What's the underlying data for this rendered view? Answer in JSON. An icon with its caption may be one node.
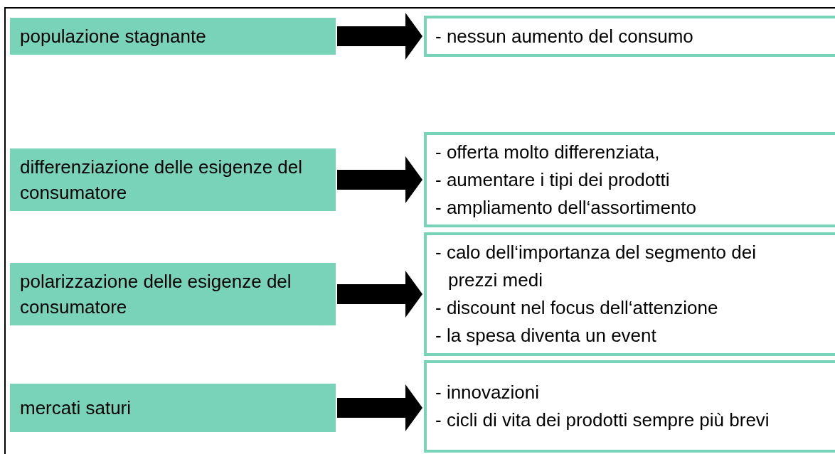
{
  "diagram": {
    "nodes": [
      {
        "text": [
          "populazione stagnante"
        ]
      },
      {
        "text": [
          "differenziazione delle esigenze del consumatore"
        ]
      },
      {
        "text": [
          "polarizzazione delle esigenze del consumatore"
        ]
      },
      {
        "text": [
          "mercati saturi"
        ]
      },
      {
        "text": [
          "- nessun aumento del consumo"
        ]
      },
      {
        "text": [
          "- offerta molto differenziata,",
          "- aumentare i tipi dei prodotti",
          "- ampliamento dell‘assortimento"
        ]
      },
      {
        "text": [
          "- calo dell‘importanza del segmento dei prezzi medi",
          "- discount nel focus dell‘attenzione",
          "- la spesa diventa un event"
        ]
      },
      {
        "text": [
          "- innovazioni",
          "- cicli di vita dei prodotti sempre più brevi"
        ]
      }
    ],
    "edges": [
      {
        "from": 0,
        "to": 4,
        "arrow": "to"
      },
      {
        "from": 1,
        "to": 5,
        "arrow": "to"
      },
      {
        "from": 2,
        "to": 6,
        "arrow": "to"
      },
      {
        "from": 3,
        "to": 7,
        "arrow": "to"
      }
    ]
  }
}
